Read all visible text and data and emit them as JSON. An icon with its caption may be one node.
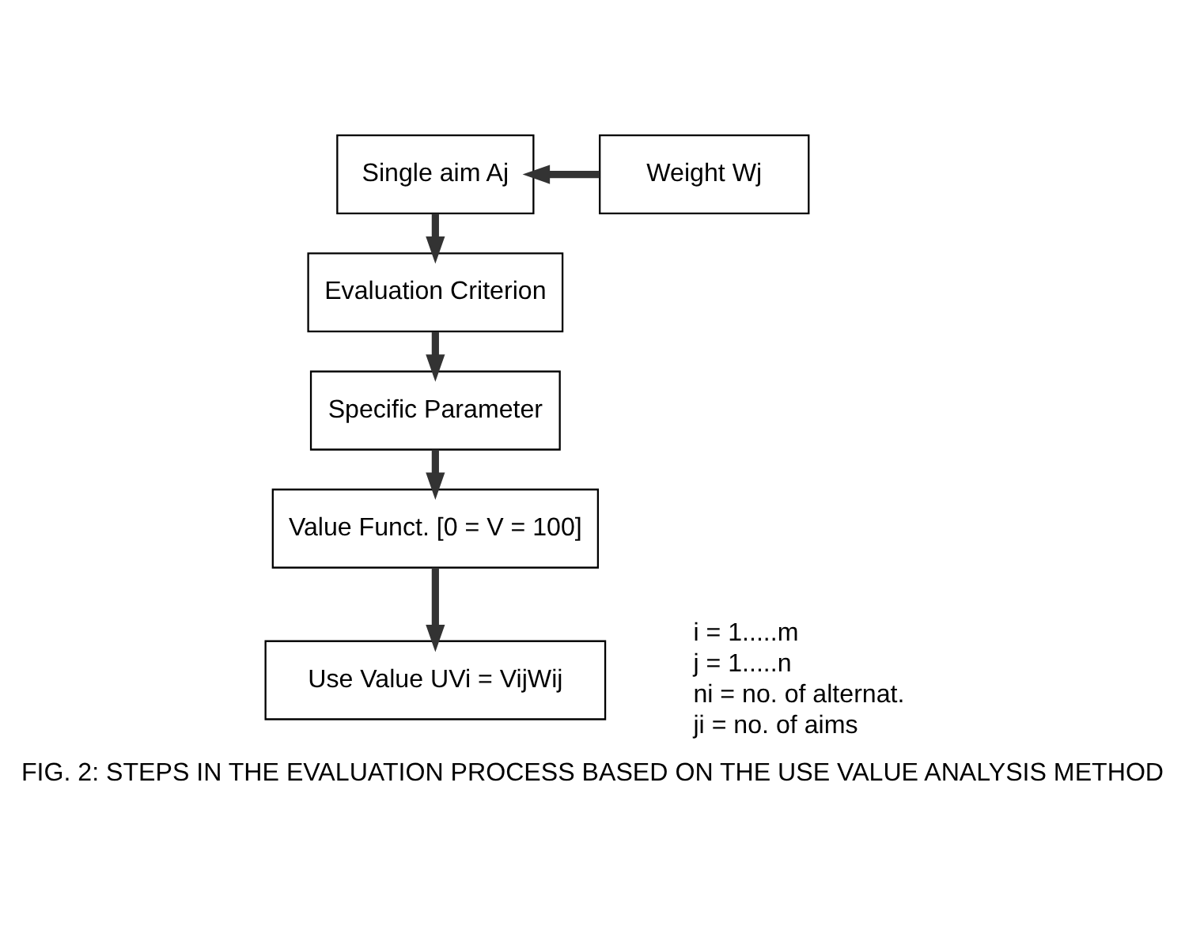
{
  "diagram": {
    "caption": "FIG. 2: STEPS IN THE EVALUATION PROCESS BASED ON THE USE VALUE ANALYSIS METHOD",
    "nodes": [
      {
        "text": [
          "Single aim Aj"
        ]
      },
      {
        "text": [
          "Weight Wj"
        ]
      },
      {
        "text": [
          "Evaluation Criterion"
        ]
      },
      {
        "text": [
          "Specific Parameter"
        ]
      },
      {
        "text": [
          "Value Funct. [0 = V = 100]"
        ]
      },
      {
        "text": [
          "Use Value UVi = VijWij"
        ]
      }
    ],
    "edges": [
      {
        "from": 1,
        "to": 0,
        "arrow": "to"
      },
      {
        "from": 0,
        "to": 2,
        "arrow": "to"
      },
      {
        "from": 2,
        "to": 3,
        "arrow": "to"
      },
      {
        "from": 3,
        "to": 4,
        "arrow": "to"
      },
      {
        "from": 4,
        "to": 5,
        "arrow": "to"
      }
    ],
    "labels": [
      "i = 1.....m",
      "j = 1.....n",
      "ni = no. of alternat.",
      "ji = no. of aims"
    ]
  }
}
